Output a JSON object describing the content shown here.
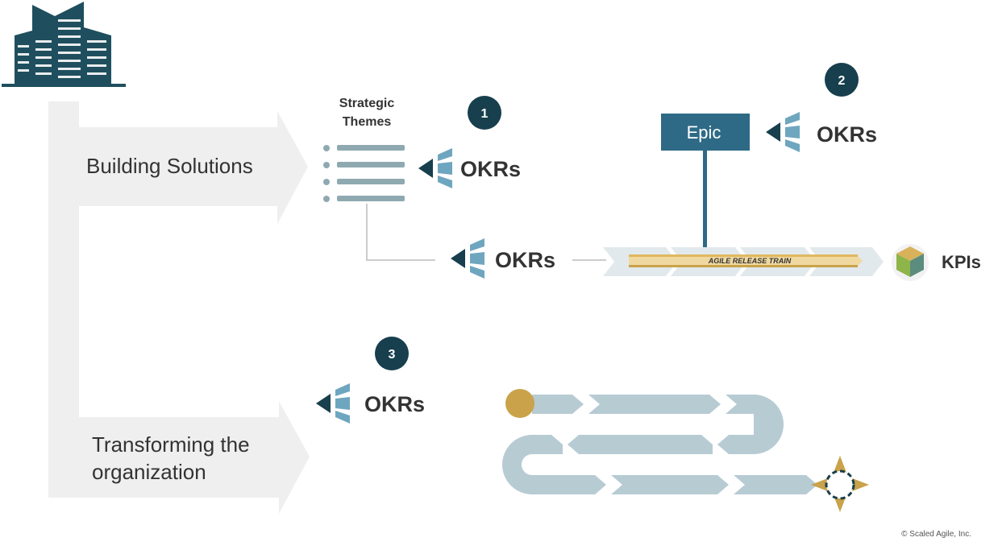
{
  "buildings": {
    "icon": "office-buildings-icon",
    "color": "#1f4f5e"
  },
  "building_solutions": {
    "label": "Building Solutions"
  },
  "transforming": {
    "line1": "Transforming the",
    "line2": "organization"
  },
  "strategic_themes": {
    "line1": "Strategic",
    "line2": "Themes"
  },
  "badges": {
    "one": "1",
    "two": "2",
    "three": "3"
  },
  "okrs": {
    "themes": "OKRs",
    "epic": "OKRs",
    "art": "OKRs",
    "transform": "OKRs"
  },
  "epic": {
    "label": "Epic"
  },
  "art": {
    "label": "AGILE RELEASE TRAIN"
  },
  "kpis": {
    "label": "KPIs",
    "icon": "cube-icon"
  },
  "roadmap": {
    "start_icon": "start-circle-icon",
    "end_icon": "compass-target-icon"
  },
  "copyright": "© Scaled Agile, Inc.",
  "colors": {
    "dark_teal": "#173f4d",
    "epic_blue": "#2e6a86",
    "chevron_blue": "#6fa6bf",
    "gray_arrow": "#efefef",
    "road": "#b7cbd3",
    "gold": "#c9a24a"
  }
}
